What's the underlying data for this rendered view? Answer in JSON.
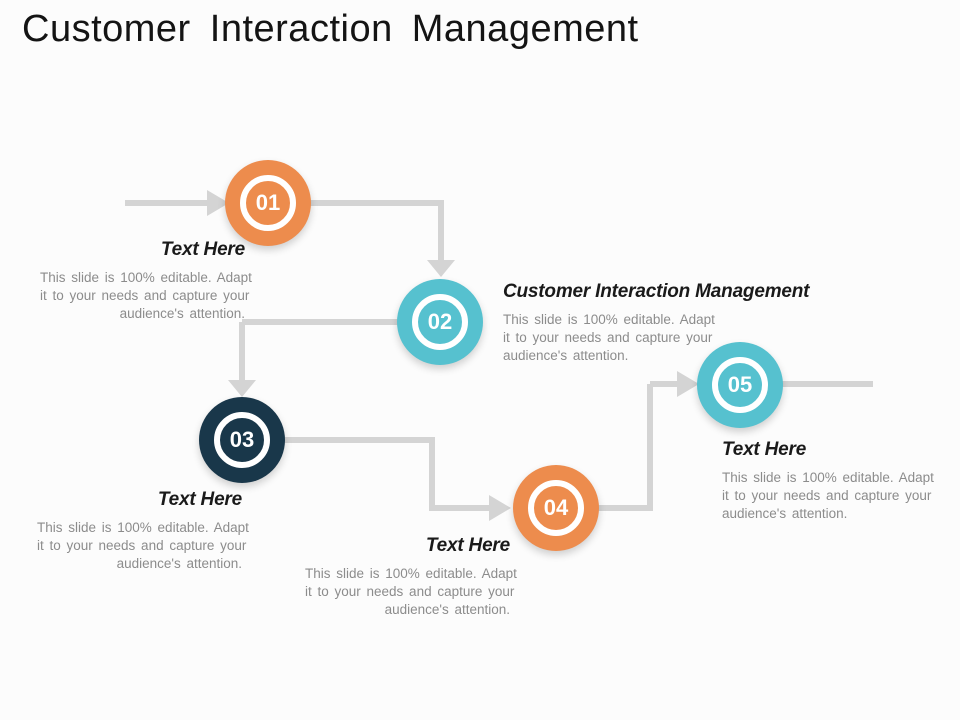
{
  "slide": {
    "title": "Customer Interaction Management"
  },
  "colors": {
    "orange": "#ED8C4D",
    "teal": "#56C1CF",
    "navy": "#19374A",
    "connector_gray": "#D4D4D4",
    "heading_text": "#1A1A1A",
    "body_text": "#8C8C8C"
  },
  "steps": [
    {
      "number": "01",
      "color": "#ED8C4D",
      "label": "Text Here",
      "body_lines": [
        "This slide is 100% editable. Adapt",
        "it to your needs and capture your",
        "audience's attention."
      ]
    },
    {
      "number": "02",
      "color": "#56C1CF",
      "label": "Customer Interaction Management",
      "body_lines": [
        "This slide is 100% editable. Adapt",
        "it to your needs and capture your",
        "audience's attention."
      ]
    },
    {
      "number": "03",
      "color": "#19374A",
      "label": "Text Here",
      "body_lines": [
        "This slide is 100% editable. Adapt",
        "it to your needs and capture your",
        "audience's attention."
      ]
    },
    {
      "number": "04",
      "color": "#ED8C4D",
      "label": "Text Here",
      "body_lines": [
        "This slide is 100% editable. Adapt",
        "it to your needs and capture your",
        "audience's attention."
      ]
    },
    {
      "number": "05",
      "color": "#56C1CF",
      "label": "Text Here",
      "body_lines": [
        "This slide is 100% editable. Adapt",
        "it to your needs and capture your",
        "audience's attention."
      ]
    }
  ]
}
